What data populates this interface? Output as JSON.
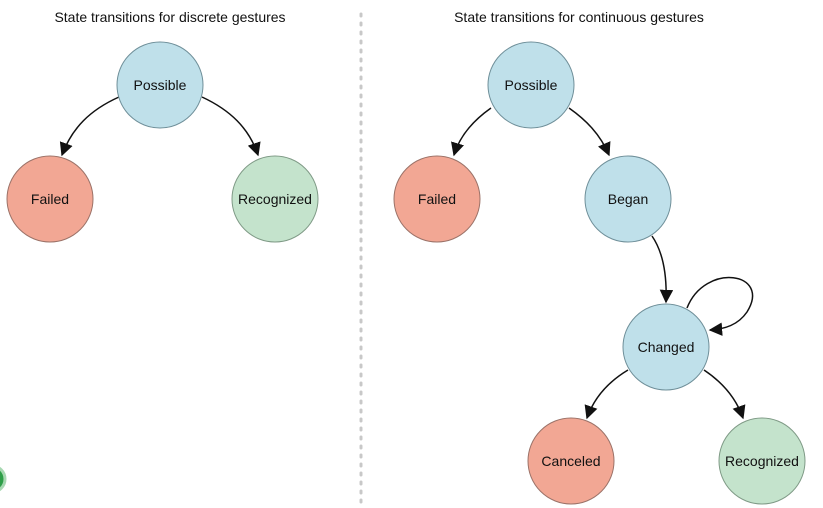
{
  "colors": {
    "possible_fill": "#bfe0ea",
    "failed_fill": "#f2a794",
    "recognized_fill": "#c4e3cc",
    "node_stroke": "#6f8f99",
    "edge": "#111111",
    "divider": "#c8c8c8",
    "corner_badge": "#2e9e48"
  },
  "left_panel": {
    "title": "State transitions for discrete gestures",
    "nodes": {
      "possible": "Possible",
      "failed": "Failed",
      "recognized": "Recognized"
    }
  },
  "right_panel": {
    "title": "State transitions for continuous gestures",
    "nodes": {
      "possible": "Possible",
      "failed": "Failed",
      "began": "Began",
      "changed": "Changed",
      "canceled": "Canceled",
      "recognized": "Recognized"
    }
  },
  "icons": {
    "corner_badge": "green-status-badge-icon"
  }
}
